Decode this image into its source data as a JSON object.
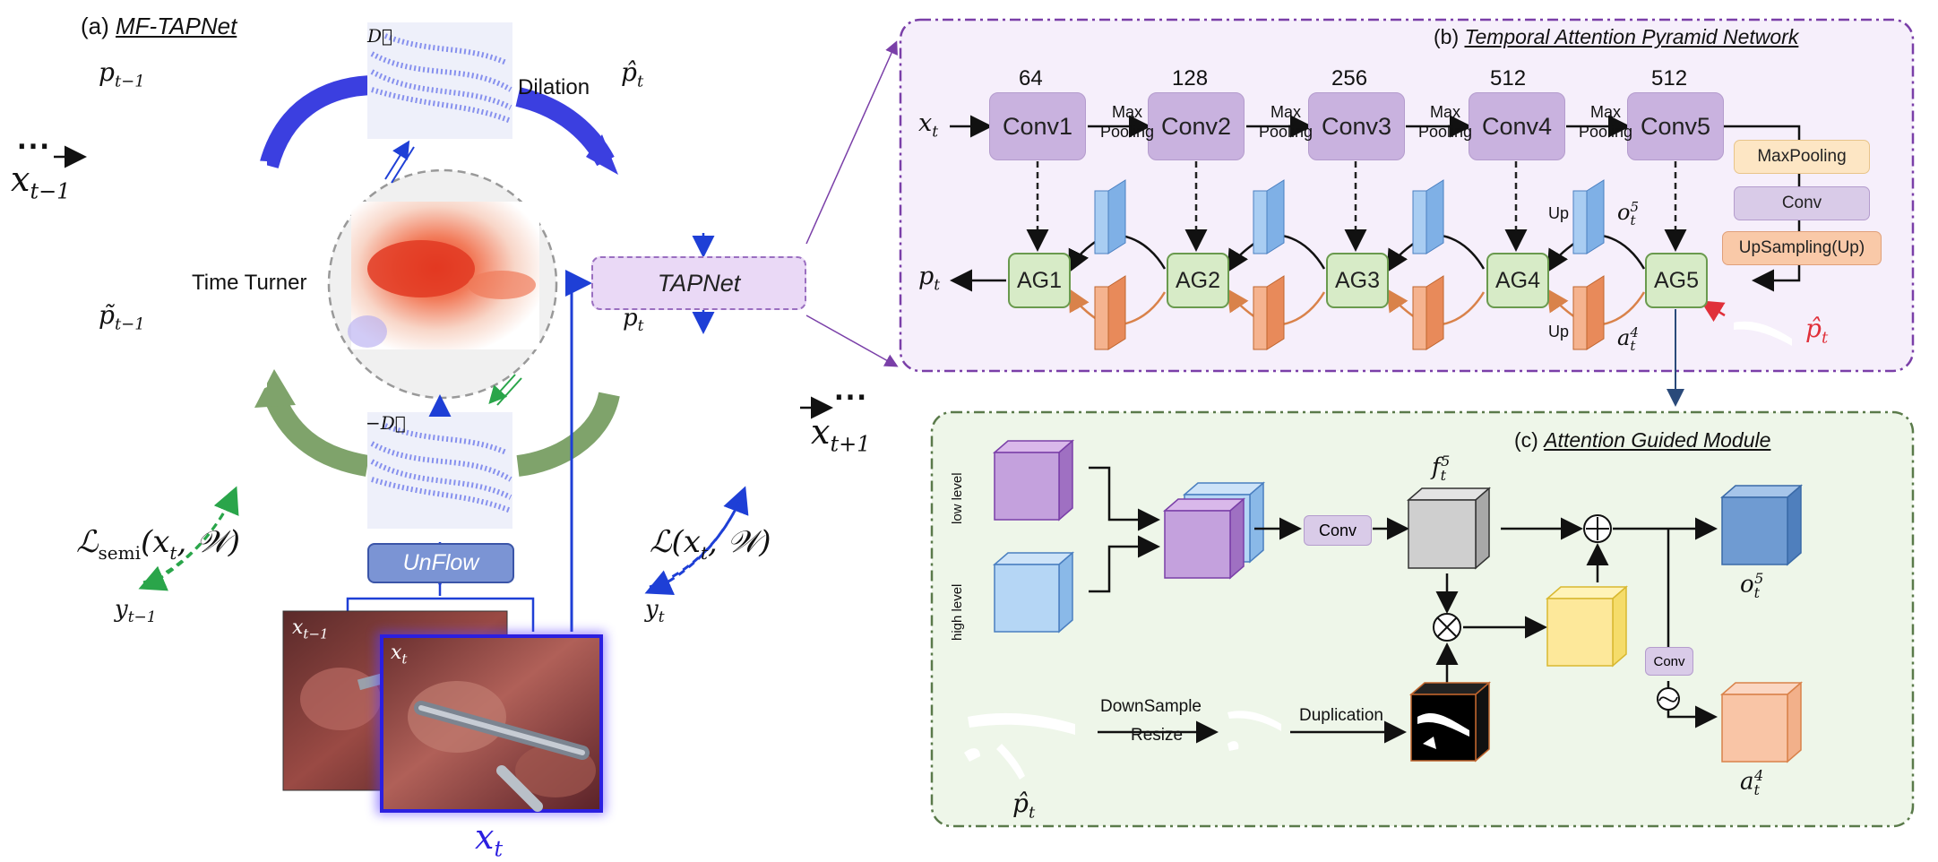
{
  "panel_a": {
    "title_prefix": "(a) ",
    "title": "MF-TAPNet",
    "dilation": "Dilation",
    "time_turner": "Time Turner",
    "tapnet": "TAPNet",
    "unflow": "UnFlow",
    "p_prev": "p",
    "p_prev_sub": "t−1",
    "p_hat_t": "p̂",
    "p_hat_t_sub": "t",
    "p_tilde_prev": "p̃",
    "p_tilde_prev_sub": "t−1",
    "p_t": "p",
    "p_t_sub": "t",
    "y_prev": "y",
    "y_prev_sub": "t−1",
    "y_t": "y",
    "y_t_sub": "t",
    "d_vec": "D⃗",
    "neg_d_vec": "−D⃗",
    "x_prev_dots": "⋯",
    "x_prev": "x",
    "x_prev_sub": "t−1",
    "x_next_dots": "⋯",
    "x_next": "x",
    "x_next_sub": "t+1",
    "loss_semi": "ℒ",
    "loss_semi_sub": "semi",
    "loss_semi_args": "(x",
    "loss_semi_args2": "t",
    "loss_semi_args3": ", 𝒲)",
    "loss": "ℒ(x",
    "loss_sub": "t",
    "loss_rest": ", 𝒲)",
    "photo_prev": "x",
    "photo_prev_sub": "t−1",
    "photo_cur": "x",
    "photo_cur_sub": "t",
    "x_t_big": "x",
    "x_t_big_sub": "t"
  },
  "panel_b": {
    "title_prefix": "(b) ",
    "title": "Temporal Attention Pyramid Network",
    "input": "x",
    "input_sub": "t",
    "output": "p",
    "output_sub": "t",
    "convs": [
      {
        "label": "Conv1",
        "channels": "64"
      },
      {
        "label": "Conv2",
        "channels": "128"
      },
      {
        "label": "Conv3",
        "channels": "256"
      },
      {
        "label": "Conv4",
        "channels": "512"
      },
      {
        "label": "Conv5",
        "channels": "512"
      }
    ],
    "pool_line1": "Max",
    "pool_line2": "Pooling",
    "ags": [
      "AG1",
      "AG2",
      "AG3",
      "AG4",
      "AG5"
    ],
    "up_top": "Up",
    "up_bottom": "Up",
    "o_label": "o",
    "o_sub": "t",
    "o_sup": "5",
    "a_label": "a",
    "a_sub": "t",
    "a_sup": "4",
    "phat": "p̂",
    "phat_sub": "t",
    "legend": [
      "MaxPooling",
      "Conv",
      "UpSampling(Up)"
    ]
  },
  "panel_c": {
    "title_prefix": "(c) ",
    "title": "Attention Guided Module",
    "low_level": "low level",
    "high_level": "high level",
    "conv1": "Conv",
    "conv2": "Conv",
    "f_label": "f",
    "f_sub": "t",
    "f_sup": "5",
    "o_label": "o",
    "o_sub": "t",
    "o_sup": "5",
    "a_label": "a",
    "a_sub": "t",
    "a_sup": "4",
    "downsample": "DownSample",
    "resize": "Resize",
    "duplication": "Duplication",
    "phat": "p̂",
    "phat_sub": "t",
    "plus": "⊕",
    "times": "⊗"
  },
  "colors": {
    "blue_arrow": "#3b3fe0",
    "green_arrow": "#7fa36b",
    "conv_fill": "#c9b2df",
    "ag_fill": "#d7ebc7",
    "panel_b_bg": "#f6effb",
    "panel_c_bg": "#eef6e9",
    "tapnet_fill": "#ead9f6",
    "unflow_fill": "#7b94d4"
  }
}
